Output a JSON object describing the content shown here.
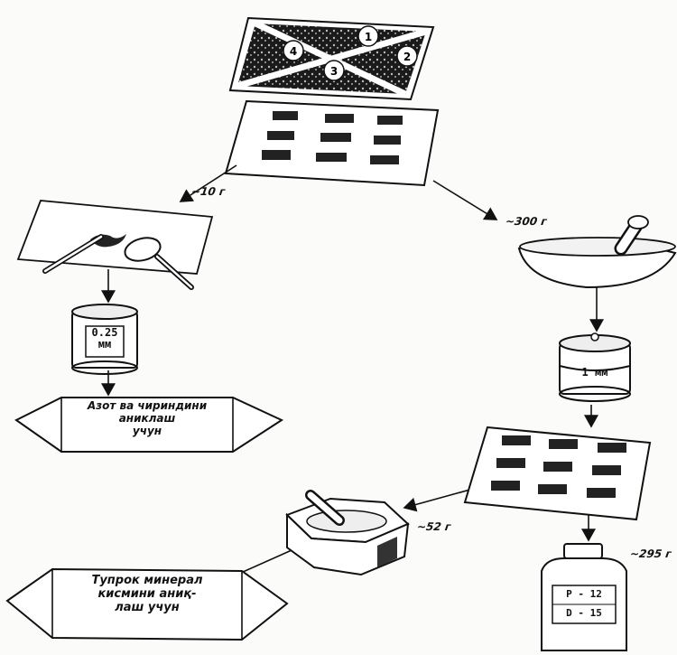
{
  "quadrant_numbers": [
    "1",
    "2",
    "3",
    "4"
  ],
  "weights": {
    "left_sample": "~10 г",
    "right_sample": "~300 г",
    "mortar_portion": "~52 г",
    "jar_portion": "~295 г"
  },
  "labels": {
    "small_jar_line1": "0.25",
    "small_jar_line2": "мм",
    "sieve_can": "1 мм",
    "big_jar_p": "P - 12",
    "big_jar_d": "D - 15"
  },
  "packets": {
    "nitrogen": [
      "Азот ва чириндини аниклаш",
      "учун"
    ],
    "mineral": [
      "Тупрок минерал",
      "кисмини аниқ-",
      "лаш учун"
    ]
  },
  "colors": {
    "ink": "#111111",
    "paper": "#fbfbfa"
  }
}
